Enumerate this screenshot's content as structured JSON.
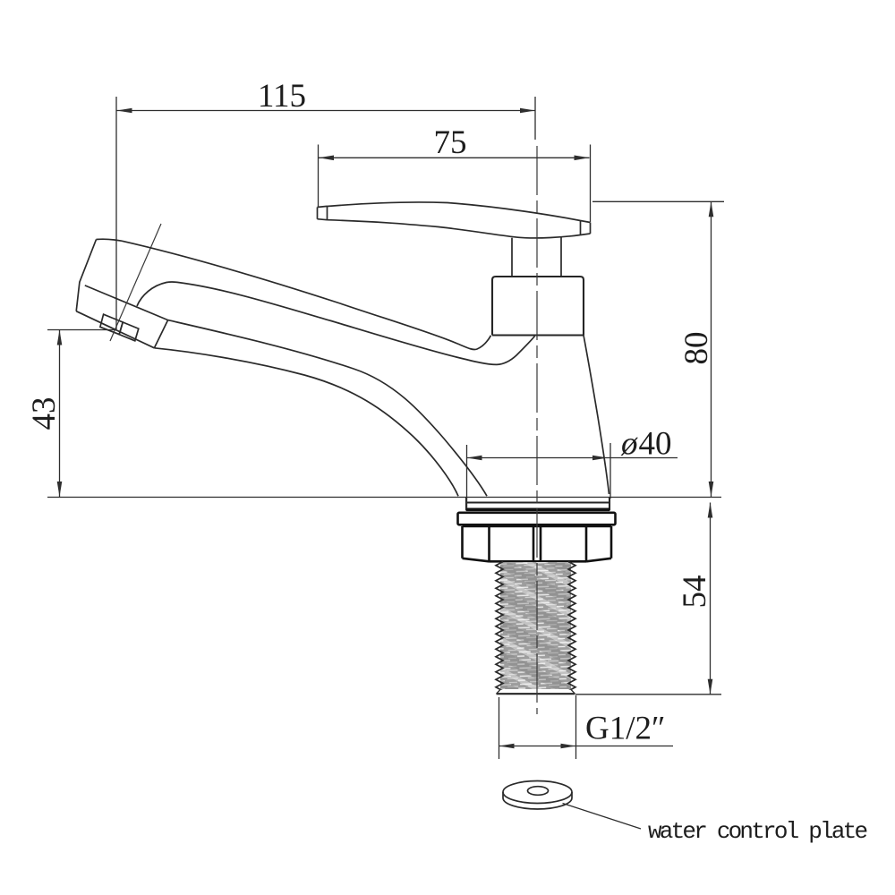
{
  "drawing": {
    "kind": "technical dimensional drawing",
    "subject": "single lever basin pillar tap (faucet), side elevation with mounting shank",
    "units": "mm",
    "background_color": "#ffffff",
    "line_color": "#2a2a2a",
    "thread_fill_color": "#9d9d9d"
  },
  "dimensions": {
    "spout_reach": {
      "value": "115"
    },
    "handle_length": {
      "value": "75"
    },
    "body_height": {
      "value": "80"
    },
    "spout_height": {
      "value": "43"
    },
    "base_diameter": {
      "symbol": "ø",
      "value": "40"
    },
    "shank_length": {
      "value": "54"
    },
    "thread_spec": {
      "value": "G1/2″"
    }
  },
  "callouts": {
    "water_control_plate": {
      "label": "water control plate"
    }
  }
}
